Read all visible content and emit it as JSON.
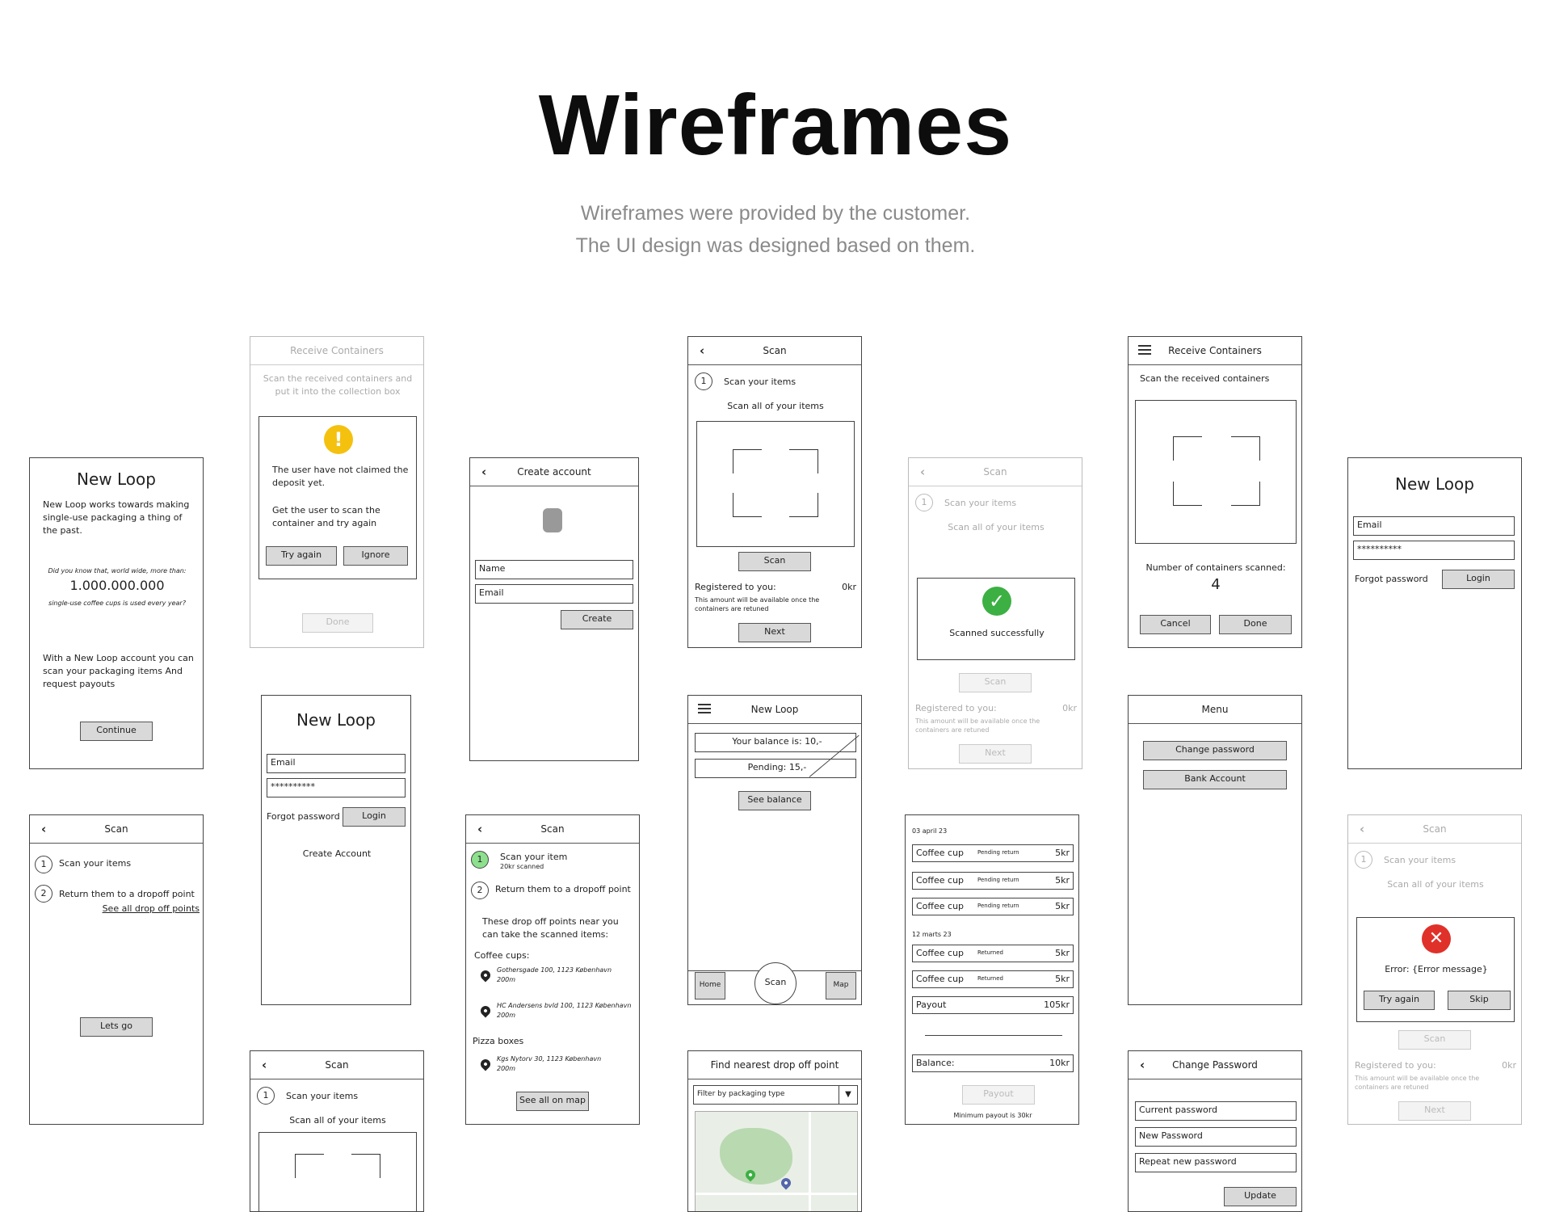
{
  "header": {
    "title": "Wireframes",
    "subtitle_line1": "Wireframes were provided by the customer.",
    "subtitle_line2": "The UI design was designed based on them."
  },
  "colors": {
    "accent_green": "#3cb043",
    "error_red": "#e0302a",
    "warning_yellow": "#f4c10f"
  },
  "onboarding": {
    "title": "New Loop",
    "desc": "New Loop works towards making single-use packaging a thing of the past.",
    "fact": "Did you know that, world wide, more than:",
    "number": "1.000.000.000",
    "fact2": "single-use coffee cups is used every year?",
    "account": "With a New Loop account you can scan your packaging items And request payouts",
    "continue": "Continue"
  },
  "receive_faded": {
    "title": "Receive Containers",
    "instr": "Scan the received containers and put it into the collection box",
    "msg1": "The user have not claimed the deposit yet.",
    "msg2": "Get the user to scan the container and try again",
    "try": "Try again",
    "ignore": "Ignore",
    "done": "Done"
  },
  "create_account": {
    "title": "Create account",
    "name": "Name",
    "email": "Email",
    "create": "Create"
  },
  "scan_main": {
    "title": "Scan",
    "step": "Scan your items",
    "sub": "Scan all of your items",
    "scan": "Scan",
    "registered": "Registered to you:",
    "amount": "0kr",
    "note": "This amount will be available once the containers are retuned",
    "next": "Next"
  },
  "scan_success": {
    "title": "Scan",
    "step": "Scan your items",
    "sub": "Scan all of your items",
    "msg": "Scanned successfully",
    "scan": "Scan",
    "registered": "Registered to you:",
    "amount": "0kr",
    "note": "This amount will be available once the containers are retuned",
    "next": "Next"
  },
  "receive": {
    "title": "Receive Containers",
    "instr": "Scan the received containers",
    "count_label": "Number of containers scanned:",
    "count": "4",
    "cancel": "Cancel",
    "done": "Done"
  },
  "login_right": {
    "title": "New Loop",
    "email": "Email",
    "password": "**********",
    "forgot": "Forgot password",
    "login": "Login"
  },
  "login_mid": {
    "title": "New Loop",
    "email": "Email",
    "password": "**********",
    "forgot": "Forgot password",
    "login": "Login",
    "create": "Create Account"
  },
  "home": {
    "title": "New Loop",
    "balance": "Your balance is: 10,-",
    "pending": "Pending: 15,-",
    "see": "See balance",
    "home": "Home",
    "scan": "Scan",
    "map": "Map"
  },
  "history": {
    "date1": "03 april 23",
    "date2": "12 marts 23",
    "rows": [
      {
        "item": "Coffee cup",
        "status": "Pending return",
        "amt": "5kr"
      },
      {
        "item": "Coffee cup",
        "status": "Pending return",
        "amt": "5kr"
      },
      {
        "item": "Coffee cup",
        "status": "Pending return",
        "amt": "5kr"
      }
    ],
    "rows2": [
      {
        "item": "Coffee cup",
        "status": "Returned",
        "amt": "5kr"
      },
      {
        "item": "Coffee cup",
        "status": "Returned",
        "amt": "5kr"
      }
    ],
    "payout_label": "Payout",
    "payout_amt": "105kr",
    "balance_label": "Balance:",
    "balance_amt": "10kr",
    "payout_btn": "Payout",
    "min": "Minimum payout is 30kr"
  },
  "menu": {
    "title": "Menu",
    "change": "Change password",
    "bank": "Bank Account"
  },
  "scan_steps": {
    "title": "Scan",
    "step1": "Scan your items",
    "step2": "Return them to a dropoff point",
    "link": "See all drop off points",
    "go": "Lets go"
  },
  "dropoff": {
    "title": "Scan",
    "step1": "Scan your item",
    "step1_sub": "20kr scanned",
    "step2": "Return them to a dropoff point",
    "intro": "These drop off points near you can take the scanned items:",
    "cat1": "Coffee cups:",
    "p1": "Gothersgade 100, 1123 København",
    "p1d": "200m",
    "p2": "HC Andersens bvld 100, 1123 København",
    "p2d": "200m",
    "cat2": "Pizza boxes",
    "p3": "Kgs Nytorv 30, 1123 København",
    "p3d": "200m",
    "map": "See all on map"
  },
  "scan_bottom": {
    "title": "Scan",
    "step": "Scan your items",
    "sub": "Scan all of your items"
  },
  "find": {
    "title": "Find nearest drop off point",
    "filter": "Filter by packaging type"
  },
  "change_pw": {
    "title": "Change Password",
    "current": "Current password",
    "new": "New Password",
    "repeat": "Repeat new password",
    "update": "Update"
  },
  "error": {
    "title": "Scan",
    "step": "Scan your items",
    "sub": "Scan all of your items",
    "msg": "Error: {Error message}",
    "try": "Try again",
    "skip": "Skip",
    "scan": "Scan",
    "registered": "Registered to you:",
    "amount": "0kr",
    "note": "This amount will be available once the containers are retuned",
    "next": "Next"
  }
}
